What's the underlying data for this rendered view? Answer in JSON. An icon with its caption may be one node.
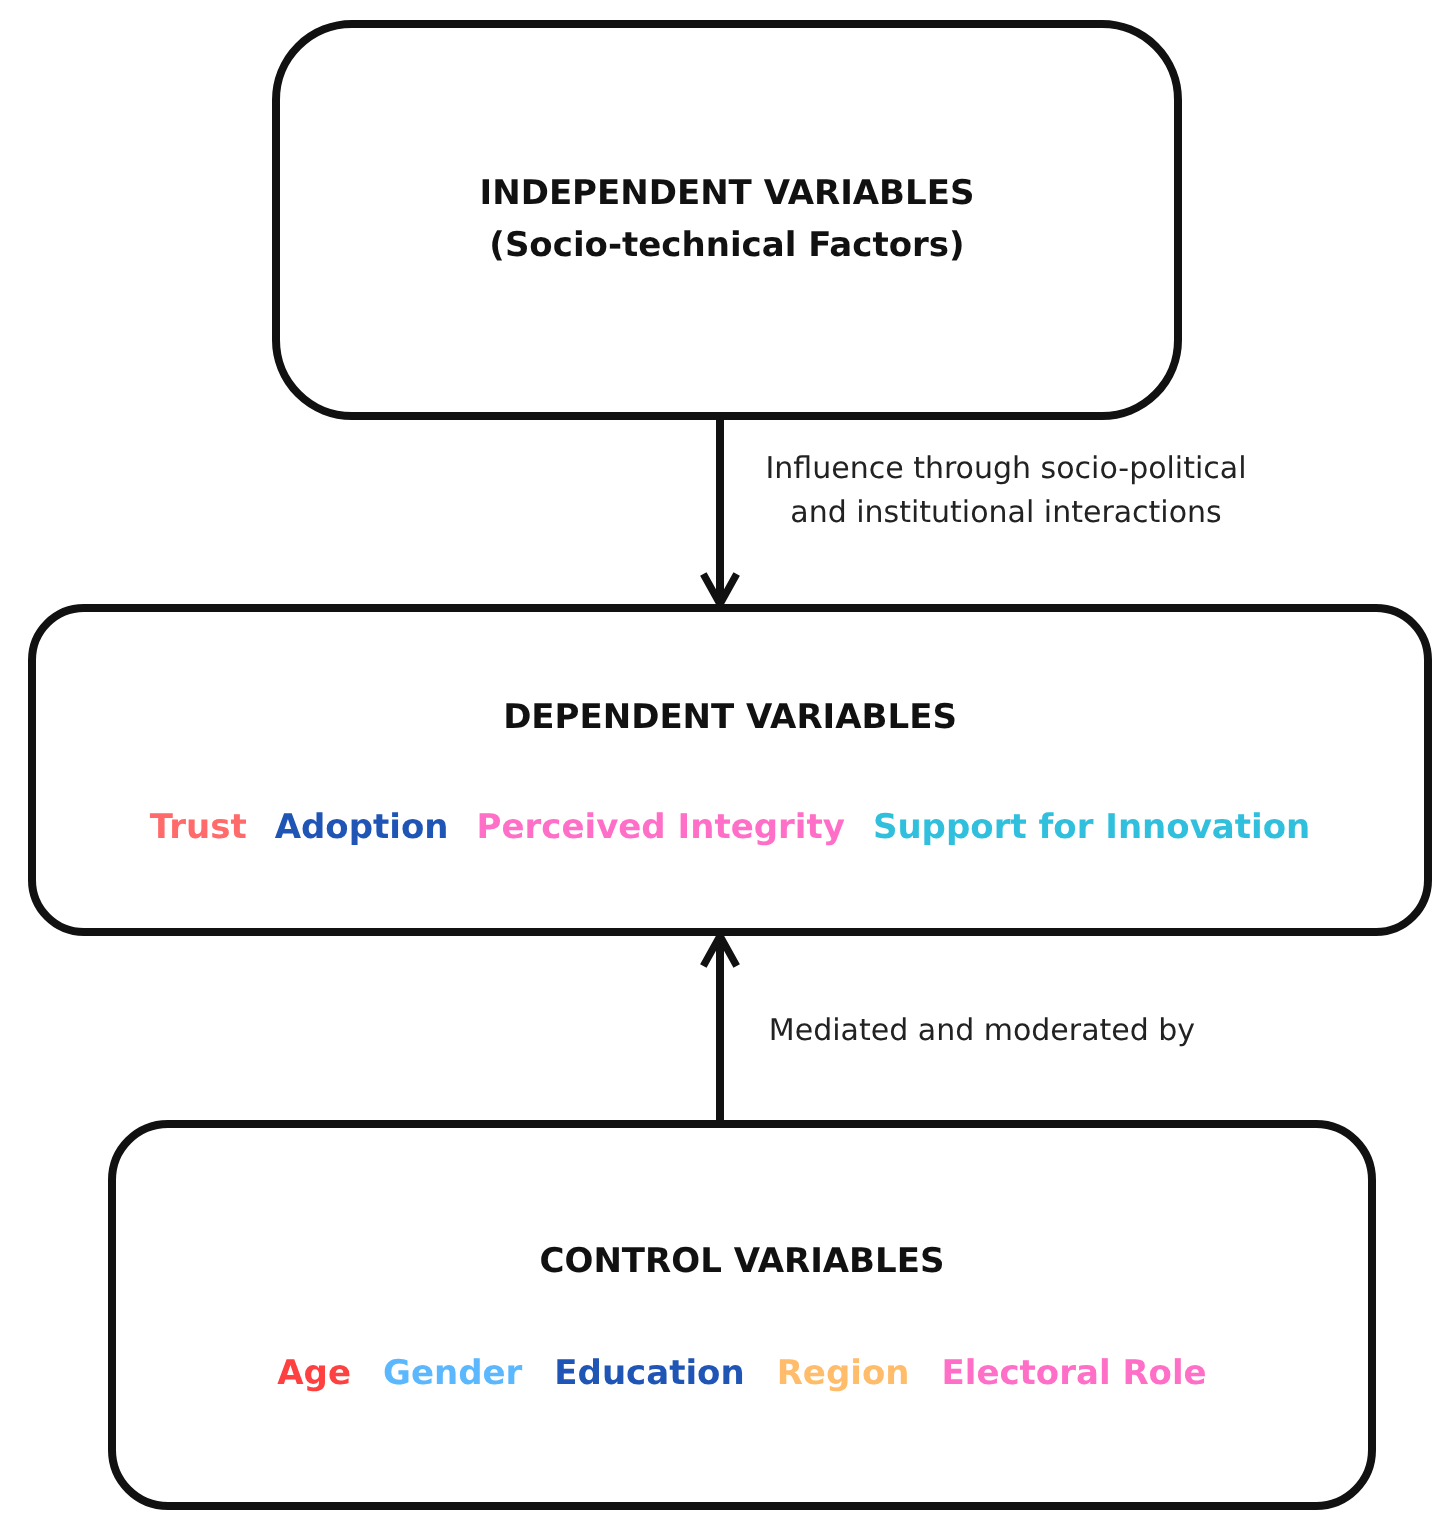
{
  "diagram": {
    "nodes": [
      {
        "text": [
          "INDEPENDENT VARIABLES (Socio-technical Factors)"
        ]
      },
      {
        "text": [
          "DEPENDENT VARIABLES",
          "Trust",
          "Adoption",
          "Perceived Integrity",
          "Support for Innovation"
        ]
      },
      {
        "text": [
          "CONTROL VARIABLES",
          "Age",
          "Gender",
          "Education",
          "Region",
          "Electoral Role"
        ]
      }
    ],
    "edges": [
      {
        "from": 0,
        "to": 1,
        "arrow": "to",
        "label": "Influence through socio-political and institutional interactions"
      },
      {
        "from": 2,
        "to": 1,
        "arrow": "to",
        "label": "Mediated and moderated by"
      }
    ]
  }
}
